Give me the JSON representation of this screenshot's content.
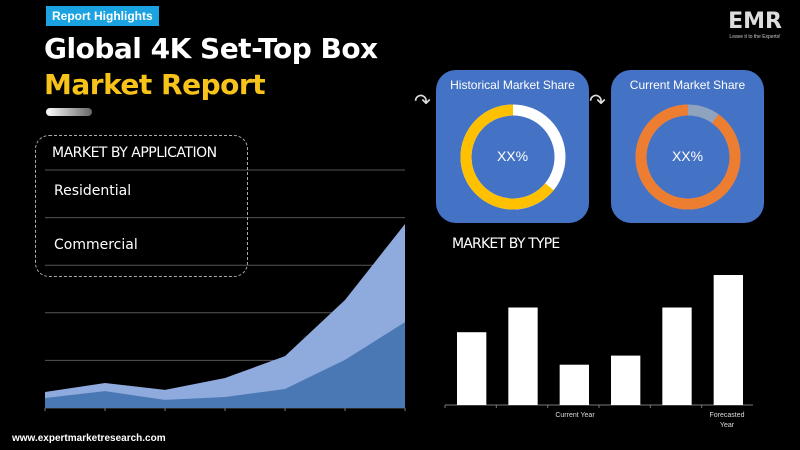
{
  "header": {
    "badge": "Report Highlights",
    "title_line1": "Global 4K Set-Top Box",
    "title_line2": "Market Report"
  },
  "logo": {
    "text": "EMR",
    "tagline": "Leave it to the Experts!"
  },
  "application": {
    "title": "MARKET BY APPLICATION",
    "items": [
      "Residential",
      "Commercial"
    ]
  },
  "cards": [
    {
      "title": "Historical Market Share",
      "value": "XX%",
      "share": 0.64,
      "color": "#ffc000",
      "rest_color": "#ffffff"
    },
    {
      "title": "Current Market Share",
      "value": "XX%",
      "share": 0.9,
      "color": "#ed7d31",
      "rest_color": "#8fa3bf"
    }
  ],
  "footer": {
    "url": "www.expertmarketresearch.com"
  },
  "chart_data": [
    {
      "type": "area",
      "series": [
        {
          "values": [
            6.7,
            10.5,
            7.6,
            12.6,
            21.8,
            45.4,
            77.3
          ],
          "color": "#8faadc"
        },
        {
          "values": [
            4.2,
            7.1,
            3.4,
            4.6,
            8,
            20.2,
            36.1
          ],
          "color": "#4a78b5"
        }
      ],
      "ylim": [
        0,
        100
      ],
      "grid": true
    },
    {
      "type": "bar",
      "title": "MARKET BY TYPE",
      "values": [
        56,
        75,
        31,
        38,
        75,
        100
      ],
      "tick_labels": [
        "",
        "",
        "Current Year",
        "",
        "",
        "Forecasted Year"
      ],
      "color": "#ffffff"
    }
  ]
}
